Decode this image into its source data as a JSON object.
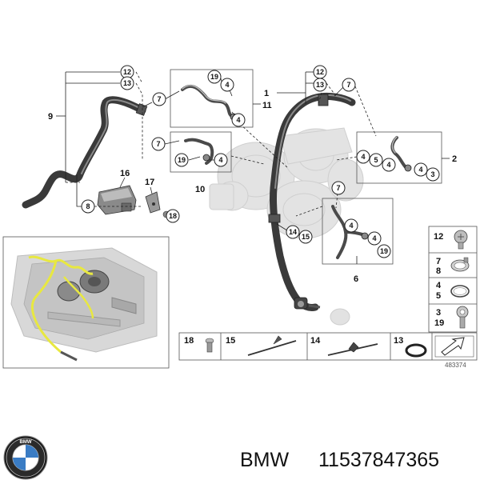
{
  "callouts": {
    "c1": "1",
    "c2": "2",
    "c6": "6",
    "c9": "9",
    "c10": "10",
    "c11": "11",
    "c16": "16",
    "c17": "17"
  },
  "bubbles": {
    "b12a": "12",
    "b13a": "13",
    "b7a": "7",
    "b19a": "19",
    "b4a": "4",
    "b4b": "4",
    "b7b": "7",
    "b19b": "19",
    "b4c": "4",
    "b12b": "12",
    "b13b": "13",
    "b7c": "7",
    "b4d": "4",
    "b5": "5",
    "b4e": "4",
    "b4f": "4",
    "b3": "3",
    "b7d": "7",
    "b4g": "4",
    "b4h": "4",
    "b19c": "19",
    "b14": "14",
    "b15": "15",
    "b8": "8",
    "b18": "18"
  },
  "legend": {
    "l12": "12",
    "l7": "7",
    "l8": "8",
    "l4": "4",
    "l5": "5",
    "l3": "3",
    "l19": "19"
  },
  "bottom": {
    "p18": "18",
    "p15": "15",
    "p14": "14",
    "p13": "13"
  },
  "diagram_code": "483374",
  "footer": {
    "brand": "BMW",
    "part_number": "11537847365"
  }
}
